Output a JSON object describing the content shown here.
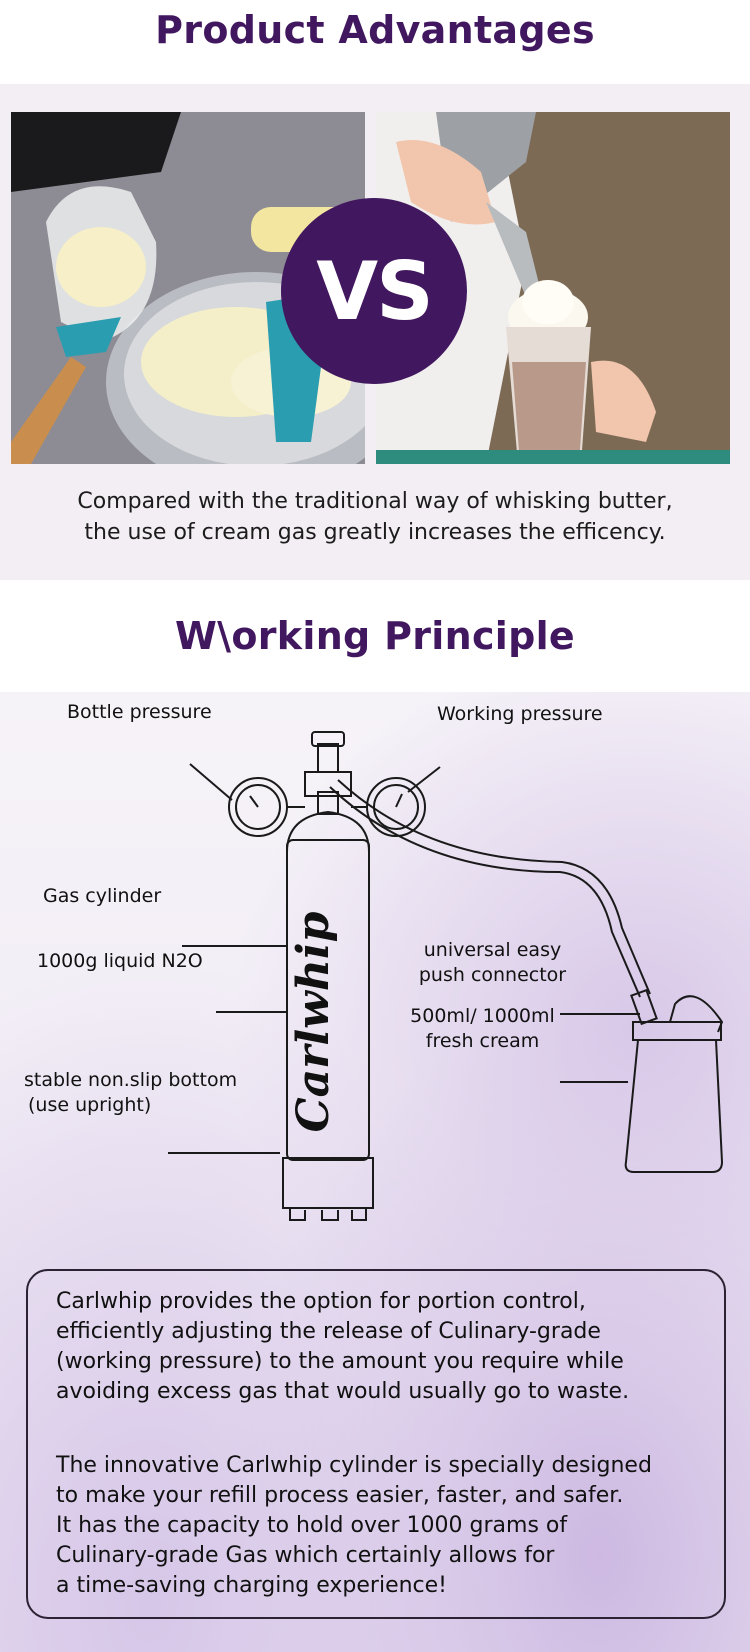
{
  "advantages": {
    "title": "Product Advantages",
    "vs_label": "VS",
    "caption_line1": "Compared with the traditional way of whisking butter,",
    "caption_line2": "the use of cream gas greatly increases the efficency."
  },
  "principle": {
    "title": "W\\orking Principle",
    "labels": {
      "bottle_pressure": "Bottle pressure",
      "working_pressure": "Working pressure",
      "gas_cylinder": "Gas cylinder",
      "liquid_n2o": "1000g liquid N2O",
      "stable_bottom_1": "stable non.slip bottom",
      "stable_bottom_2": "(use upright)",
      "connector_1": "universal easy",
      "connector_2": "push connector",
      "cream_1": "500ml/ 1000ml",
      "cream_2": "fresh cream",
      "brand": "Carlwhip"
    }
  },
  "info": {
    "para1": "Carlwhip provides the option for portion control,\nefficiently adjusting the release of Culinary-grade\n(working pressure) to the amount you require while\navoiding excess gas that would usually go to waste.",
    "para2": "The innovative Carlwhip cylinder is specially designed\nto make your refill process easier, faster, and safer.\nIt has the capacity to hold over 1000 grams of\nCulinary-grade Gas which certainly allows for\na time-saving charging experience!"
  }
}
